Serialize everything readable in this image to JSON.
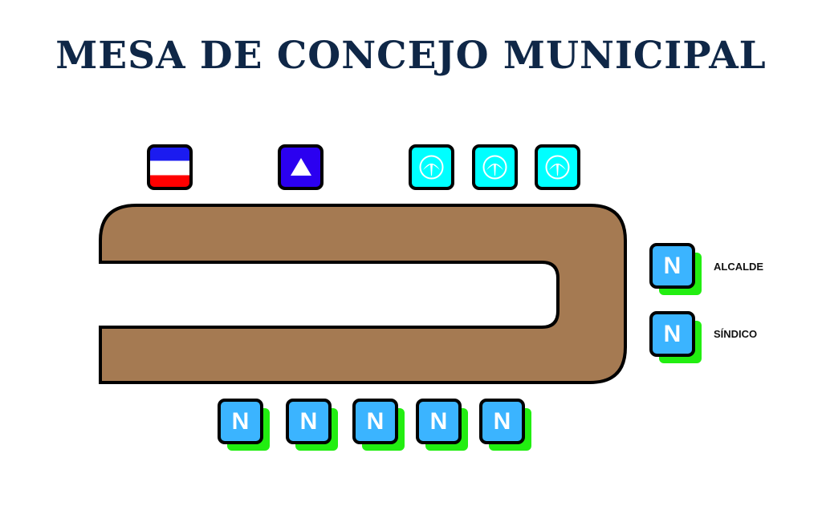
{
  "title": "MESA DE CONCEJO MUNICIPAL",
  "top_seats": [
    {
      "icon": "flag-blue-white-red-icon",
      "colors": [
        "#1b1bf0",
        "#ffffff",
        "#ff0000"
      ]
    },
    {
      "icon": "white-triangle-icon",
      "color": "#2b00f0"
    },
    {
      "icon": "bird-circle-icon",
      "color": "#00ffff"
    },
    {
      "icon": "bird-circle-icon",
      "color": "#00ffff"
    },
    {
      "icon": "bird-circle-icon",
      "color": "#00ffff"
    }
  ],
  "side_seats": [
    {
      "letter": "N",
      "label": "ALCALDE"
    },
    {
      "letter": "N",
      "label": "SÍNDICO"
    }
  ],
  "bottom_seats": [
    {
      "letter": "N"
    },
    {
      "letter": "N"
    },
    {
      "letter": "N"
    },
    {
      "letter": "N"
    },
    {
      "letter": "N"
    }
  ],
  "colors": {
    "table": "#a57a52",
    "n_seat": "#3bb4ff",
    "n_shadow": "#22ee11",
    "title": "#0f2747"
  }
}
